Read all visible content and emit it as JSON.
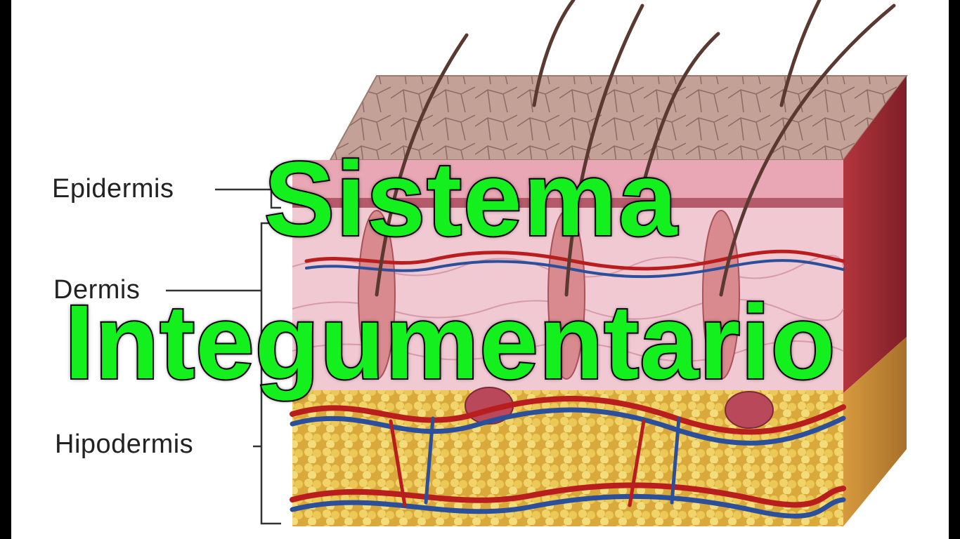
{
  "diagram": {
    "subject": "skin-cross-section",
    "labels": {
      "epidermis": "Epidermis",
      "dermis": "Dermis",
      "hypodermis": "Hipodermis"
    }
  },
  "overlay": {
    "title_line1": "Sistema",
    "title_line2": "Integumentario",
    "title_color": "#14f01e",
    "outline_color": "#000000"
  },
  "colors": {
    "epidermis_top": "#c9a59a",
    "epidermis_pink": "#e9a6b4",
    "dermis": "#f1c9d3",
    "fat": "#e3c04f",
    "artery": "#b81e1e",
    "vein": "#2b4f9a",
    "hair": "#5a3a30"
  }
}
